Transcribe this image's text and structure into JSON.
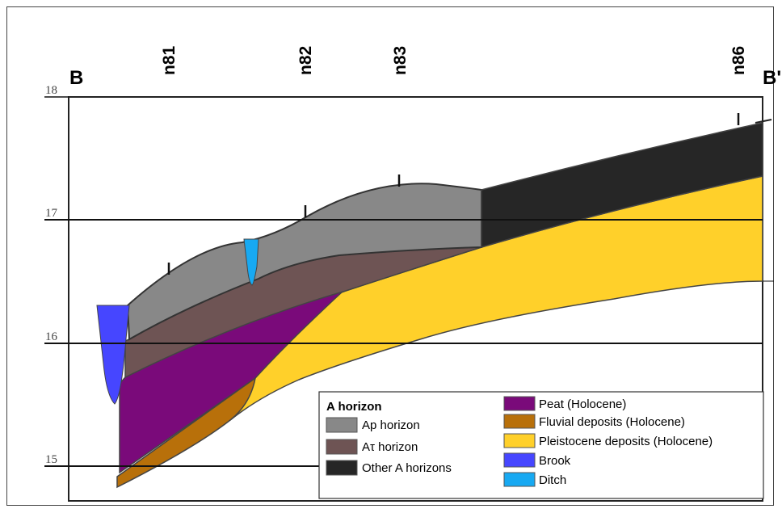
{
  "section": {
    "left_label": "B",
    "right_label": "B'"
  },
  "borings": [
    "n81",
    "n82",
    "n83",
    "n86"
  ],
  "y_axis": {
    "ticks": [
      "18",
      "17",
      "16",
      "15"
    ]
  },
  "legend": {
    "title": "A horizon",
    "left_items": [
      {
        "label": "Ap horizon",
        "color": "#888888"
      },
      {
        "label": "Aτ horizon",
        "color": "#6e5454"
      },
      {
        "label": "Other A horizons",
        "color": "#262626"
      }
    ],
    "right_items": [
      {
        "label": "Peat (Holocene)",
        "color": "#7a0a7a"
      },
      {
        "label": "Fluvial deposits (Holocene)",
        "color": "#b8700a"
      },
      {
        "label": "Pleistocene deposits (Holocene)",
        "color": "#ffd02a"
      },
      {
        "label": "Brook",
        "color": "#4646ff"
      },
      {
        "label": "Ditch",
        "color": "#17a9f2"
      }
    ]
  }
}
